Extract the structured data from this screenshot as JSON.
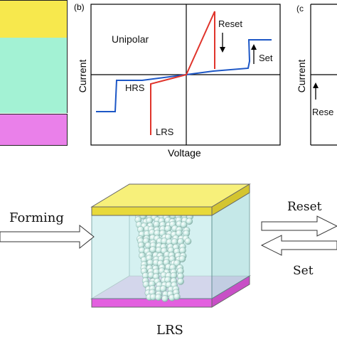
{
  "panel_a": {
    "colors": {
      "top": "#f7e84d",
      "middle": "#a3f2d4",
      "bottom": "#ea80ea"
    }
  },
  "panel_b": {
    "label": "(b)",
    "mode_text": "Unipolar",
    "y_axis_label": "Current",
    "x_axis_label": "Voltage",
    "reset_label": "Reset",
    "set_label": "Set",
    "hrs_label": "HRS",
    "lrs_label": "LRS",
    "colors": {
      "lrs_curve": "#e0342b",
      "hrs_curve": "#1d57c6"
    }
  },
  "panel_c": {
    "label": "(c",
    "y_axis_label": "Current",
    "reset_label": "Rese"
  },
  "bottom": {
    "forming_label": "Forming",
    "reset_label": "Reset",
    "set_label": "Set",
    "state_label": "LRS",
    "colors": {
      "top_electrode": "#f7f07a",
      "oxide": "#cdeeee",
      "bottom_electrode": "#ea78e6",
      "filament": "#bfe6dd"
    }
  }
}
